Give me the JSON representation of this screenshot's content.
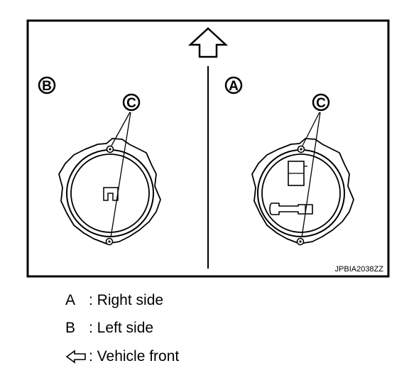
{
  "figure": {
    "left_panel_label": "B",
    "right_panel_label": "A",
    "left_callout_label": "C",
    "right_callout_label": "C",
    "code": "JPBIA2038ZZ",
    "front_arrow_icon": "hollow-arrow-up-icon"
  },
  "legend": {
    "items": [
      {
        "key": "A",
        "text": ": Right side"
      },
      {
        "key": "B",
        "text": ": Left side"
      },
      {
        "key_icon": "hollow-arrow-left-icon",
        "text": ": Vehicle front"
      }
    ]
  }
}
